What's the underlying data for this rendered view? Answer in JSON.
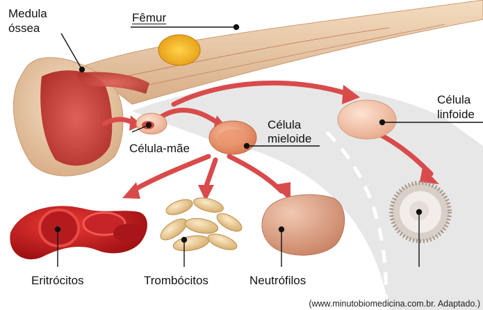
{
  "labels": {
    "medula_line1": "Medula",
    "medula_line2": "óssea",
    "femur": "Fêmur",
    "celula_mae": "Célula-mãe",
    "celula_mieloide_line1": "Célula",
    "celula_mieloide_line2": "mieloide",
    "celula_linfoide_line1": "Célula",
    "celula_linfoide_line2": "linfoide",
    "eritrocitos": "Eritrócitos",
    "trombocitos": "Trombócitos",
    "neutrofilos": "Neutrófilos"
  },
  "credit": "(www.minutobiomedicina.com.br. Adaptado.)",
  "colors": {
    "bone": "#e8c9a6",
    "marrow": "#c9443a",
    "arrow": "#d94b4b",
    "erythrocyte": "#c8161d",
    "platelet": "#f0d7a8",
    "neutrophil": "#d9a288",
    "lymph_cell": "#f5c8ad"
  }
}
